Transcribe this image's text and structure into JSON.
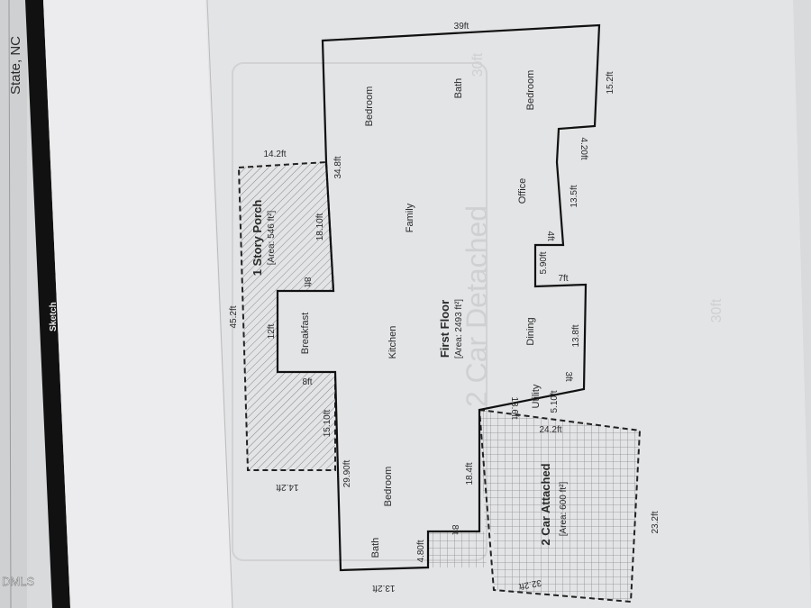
{
  "header": {
    "location_text": "State, NC",
    "sketch_tab": "Sketch"
  },
  "watermark": "DMLS",
  "first_floor": {
    "title": "First Floor",
    "area": "[Area: 2493 ft²]",
    "rooms": [
      "Bedroom",
      "Bath",
      "Family",
      "Bedroom",
      "Office",
      "Kitchen",
      "Breakfast",
      "Dining",
      "Utility",
      "Bedroom",
      "Bath"
    ],
    "dims": [
      "39ft",
      "15.2ft",
      "4.20ft",
      "13.5ft",
      "4ft",
      "5.90ft",
      "7ft",
      "13.8ft",
      "3ft",
      "5.10ft",
      "13.6ft",
      "24.2ft",
      "34.8ft",
      "18.10ft",
      "8ft",
      "12ft",
      "8ft",
      "15.10ft",
      "29.90ft",
      "18.4ft",
      "8ft",
      "4.80ft",
      "13.2ft",
      "45.2ft",
      "14.2ft",
      "14.2ft"
    ]
  },
  "porch": {
    "title": "1 Story Porch",
    "area": "[Area: 546 ft²]"
  },
  "garage": {
    "title": "2 Car Attached",
    "area": "[Area: 600 ft²]",
    "dims": [
      "23.2ft",
      "32.2ft"
    ]
  },
  "ghost": {
    "title": "2 Car Detached",
    "dims": [
      "30ft",
      "30ft"
    ]
  }
}
